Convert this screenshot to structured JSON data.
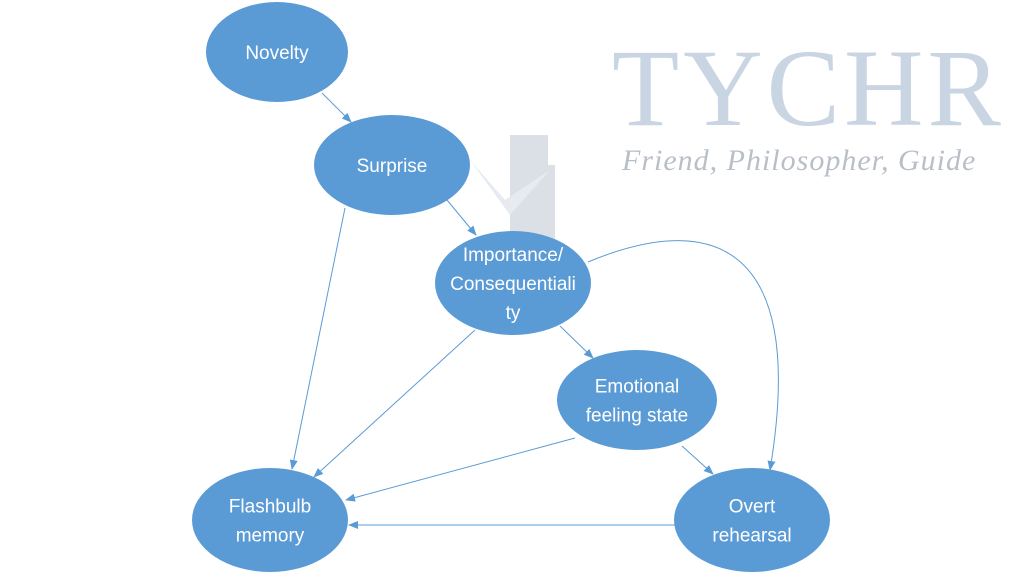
{
  "watermark": {
    "title": "TYCHR",
    "tagline": "Friend, Philosopher, Guide"
  },
  "colors": {
    "node_fill": "#5b9bd5",
    "edge": "#5b9bd5",
    "text": "#ffffff"
  },
  "nodes": [
    {
      "id": "novelty",
      "lines": [
        "Novelty"
      ]
    },
    {
      "id": "surprise",
      "lines": [
        "Surprise"
      ]
    },
    {
      "id": "importance",
      "lines": [
        "Importance/",
        "Consequentiali",
        "ty"
      ]
    },
    {
      "id": "emotional",
      "lines": [
        "Emotional",
        "feeling state"
      ]
    },
    {
      "id": "flashbulb",
      "lines": [
        "Flashbulb",
        "memory"
      ]
    },
    {
      "id": "overt",
      "lines": [
        "Overt",
        "rehearsal"
      ]
    }
  ],
  "edges": [
    {
      "from": "novelty",
      "to": "surprise"
    },
    {
      "from": "surprise",
      "to": "importance"
    },
    {
      "from": "importance",
      "to": "emotional"
    },
    {
      "from": "emotional",
      "to": "overt"
    },
    {
      "from": "surprise",
      "to": "flashbulb"
    },
    {
      "from": "importance",
      "to": "flashbulb"
    },
    {
      "from": "emotional",
      "to": "flashbulb"
    },
    {
      "from": "overt",
      "to": "flashbulb"
    },
    {
      "from": "importance",
      "to": "overt",
      "curved": true
    }
  ]
}
